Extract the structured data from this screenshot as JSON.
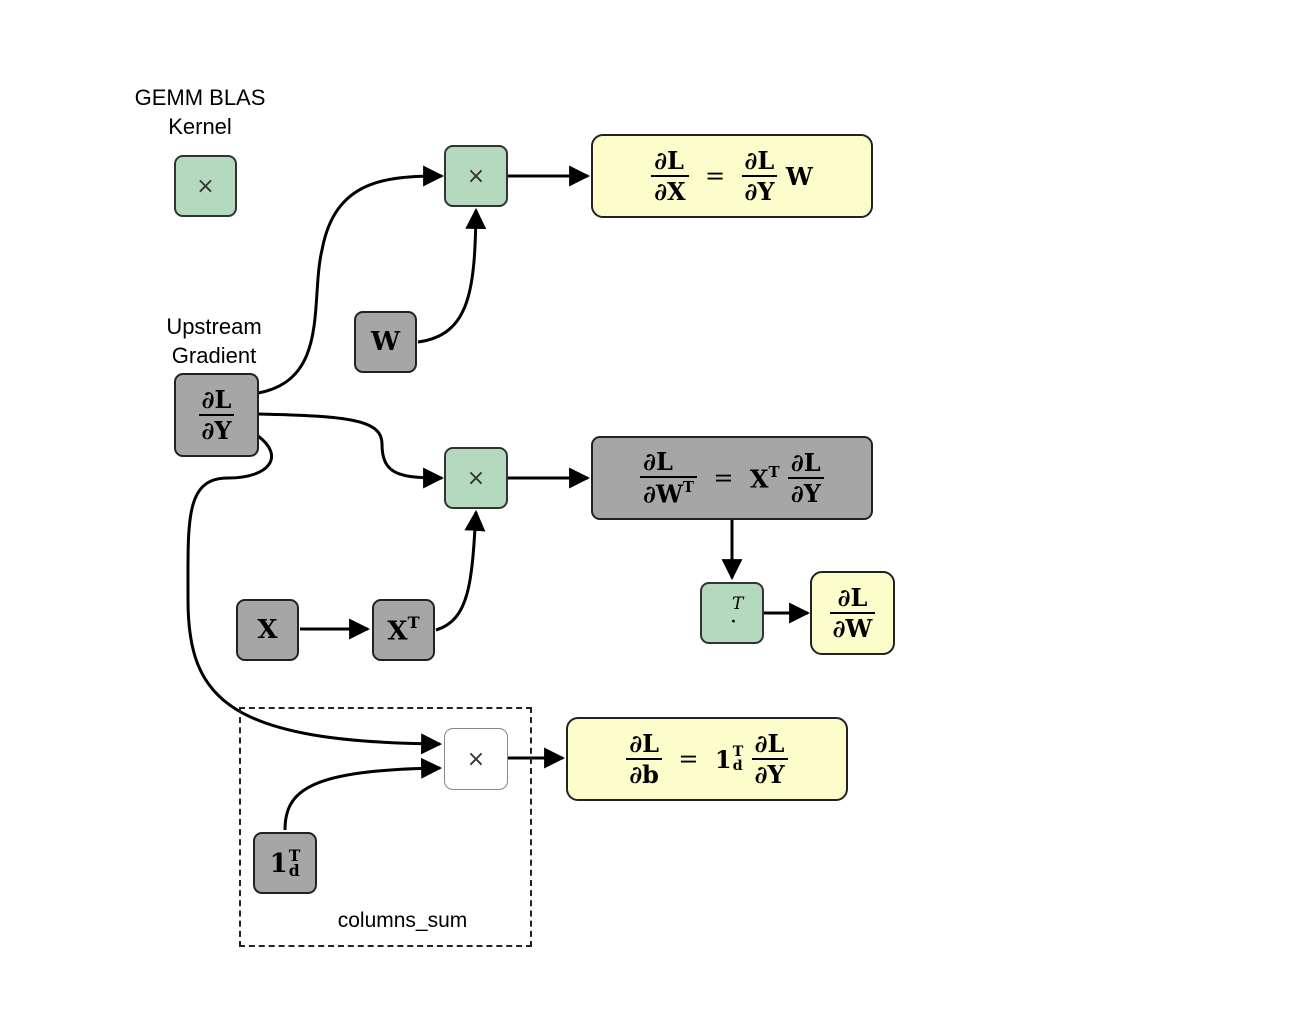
{
  "labels": {
    "gemm_title": "GEMM BLAS\nKernel",
    "upstream_title": "Upstream\nGradient",
    "columns_sum": "columns_sum"
  },
  "ops": {
    "multiply_symbol": "×",
    "transpose_dot": "·",
    "transpose_T": "T"
  },
  "math": {
    "dL": "∂L",
    "dY": "∂Y",
    "dX": "∂X",
    "dW": "∂W",
    "dWT_base": "∂W",
    "db": "∂b",
    "W": "W",
    "X": "X",
    "T": "T",
    "one": "1",
    "d": "d",
    "eq": "="
  },
  "colors": {
    "input_node": "#a6a6a6",
    "kernel_node": "#b5d9bf",
    "output_node": "#fdfdcb",
    "column_sum_node": "#ffffff"
  }
}
